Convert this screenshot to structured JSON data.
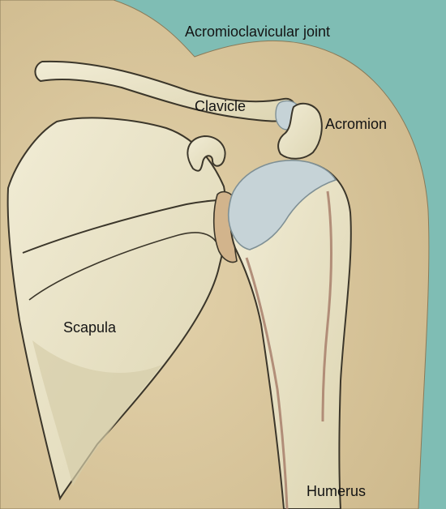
{
  "labels": {
    "acromioclavicular_joint": "Acromioclavicular  joint",
    "clavicle": "Clavicle",
    "acromion": "Acromion",
    "scapula": "Scapula",
    "humerus": "Humerus"
  },
  "colors": {
    "background": "#7fbdb4",
    "skin": "#d9c69e",
    "skin_shadow": "#c2ab7c",
    "bone": "#ebe6cc",
    "bone_shadow": "#cfc7a2",
    "bone_outline": "#3b362a",
    "cartilage": "#c6d3d7",
    "cartilage_outline": "#7f9095",
    "marrow_line": "#a87f6b"
  }
}
